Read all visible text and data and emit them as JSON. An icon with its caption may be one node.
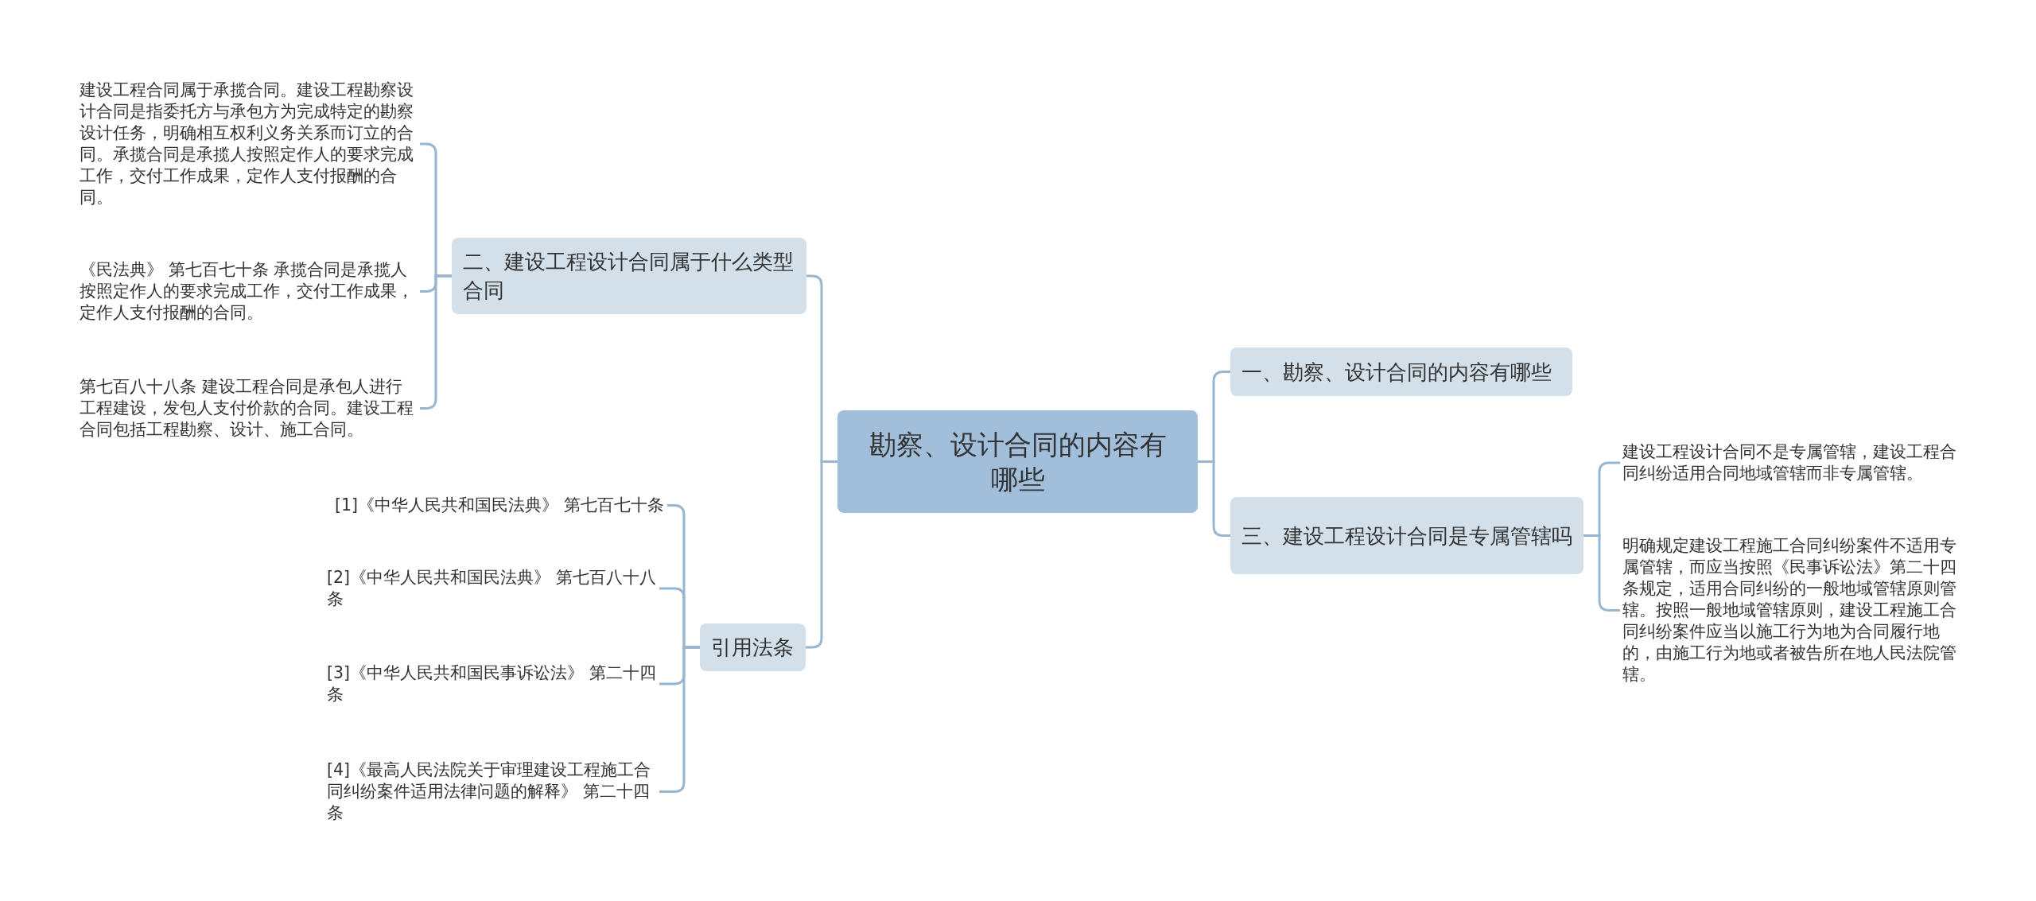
{
  "diagram": {
    "nodes": [
      {
        "text": [
          "勘察、设计合同的内容有哪些"
        ]
      },
      {
        "text": [
          "二、建设工程设计合同属于什么类型合同"
        ]
      },
      {
        "text": [
          "建设工程合同属于承揽合同。建设工程勘察设计合同是指委托方与承包方为完成特定的勘察设计任务，明确相互权利义务关系而订立的合同。承揽合同是承揽人按照定作人的要求完成工作，交付工作成果，定作人支付报酬的合同。"
        ]
      },
      {
        "text": [
          "《民法典》 第七百七十条 承揽合同是承揽人按照定作人的要求完成工作，交付工作成果，定作人支付报酬的合同。"
        ]
      },
      {
        "text": [
          "第七百八十八条 建设工程合同是承包人进行工程建设，发包人支付价款的合同。建设工程合同包括工程勘察、设计、施工合同。"
        ]
      },
      {
        "text": [
          "引用法条"
        ]
      },
      {
        "text": [
          "[1]《中华人民共和国民法典》 第七百七十条"
        ]
      },
      {
        "text": [
          "[2]《中华人民共和国民法典》 第七百八十八条"
        ]
      },
      {
        "text": [
          "[3]《中华人民共和国民事诉讼法》 第二十四条"
        ]
      },
      {
        "text": [
          "[4]《最高人民法院关于审理建设工程施工合同纠纷案件适用法律问题的解释》 第二十四条"
        ]
      },
      {
        "text": [
          "一、勘察、设计合同的内容有哪些"
        ]
      },
      {
        "text": [
          "三、建设工程设计合同是专属管辖吗"
        ]
      },
      {
        "text": [
          "建设工程设计合同不是专属管辖，建设工程合同纠纷适用合同地域管辖而非专属管辖。"
        ]
      },
      {
        "text": [
          "明确规定建设工程施工合同纠纷案件不适用专属管辖，而应当按照《民事诉讼法》第二十四条规定，适用合同纠纷的一般地域管辖原则管辖。按照一般地域管辖原则，建设工程施工合同纠纷案件应当以施工行为地为合同履行地的，由施工行为地或者被告所在地人民法院管辖。"
        ]
      }
    ],
    "edges": [
      {
        "from": 0,
        "to": 1,
        "arrow": "none"
      },
      {
        "from": 1,
        "to": 2,
        "arrow": "none"
      },
      {
        "from": 1,
        "to": 3,
        "arrow": "none"
      },
      {
        "from": 1,
        "to": 4,
        "arrow": "none"
      },
      {
        "from": 0,
        "to": 5,
        "arrow": "none"
      },
      {
        "from": 5,
        "to": 6,
        "arrow": "none"
      },
      {
        "from": 5,
        "to": 7,
        "arrow": "none"
      },
      {
        "from": 5,
        "to": 8,
        "arrow": "none"
      },
      {
        "from": 5,
        "to": 9,
        "arrow": "none"
      },
      {
        "from": 0,
        "to": 10,
        "arrow": "none"
      },
      {
        "from": 0,
        "to": 11,
        "arrow": "none"
      },
      {
        "from": 11,
        "to": 12,
        "arrow": "none"
      },
      {
        "from": 11,
        "to": 13,
        "arrow": "none"
      }
    ]
  }
}
